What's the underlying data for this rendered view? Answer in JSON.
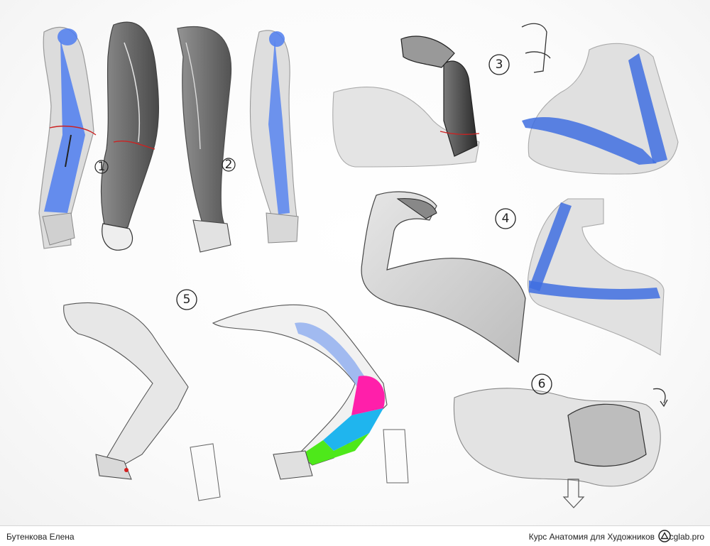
{
  "figure_numbers": [
    "1",
    "2",
    "3",
    "4",
    "5",
    "6"
  ],
  "footer": {
    "author": "Бутенкова Елена",
    "course": "Курс Анатомия для Художников",
    "brand": "cglab.pro"
  },
  "colors": {
    "bone_blue": "#3f6fe0",
    "muscle_magenta": "#ff1faa",
    "muscle_cyan": "#1fb5ee",
    "muscle_green": "#4ee81a",
    "marker_red": "#d32020",
    "ink": "#222222",
    "shade": "#c9c9c9"
  },
  "icons": [
    "logo-triangle-circle-icon",
    "rotation-arrow-icon"
  ]
}
